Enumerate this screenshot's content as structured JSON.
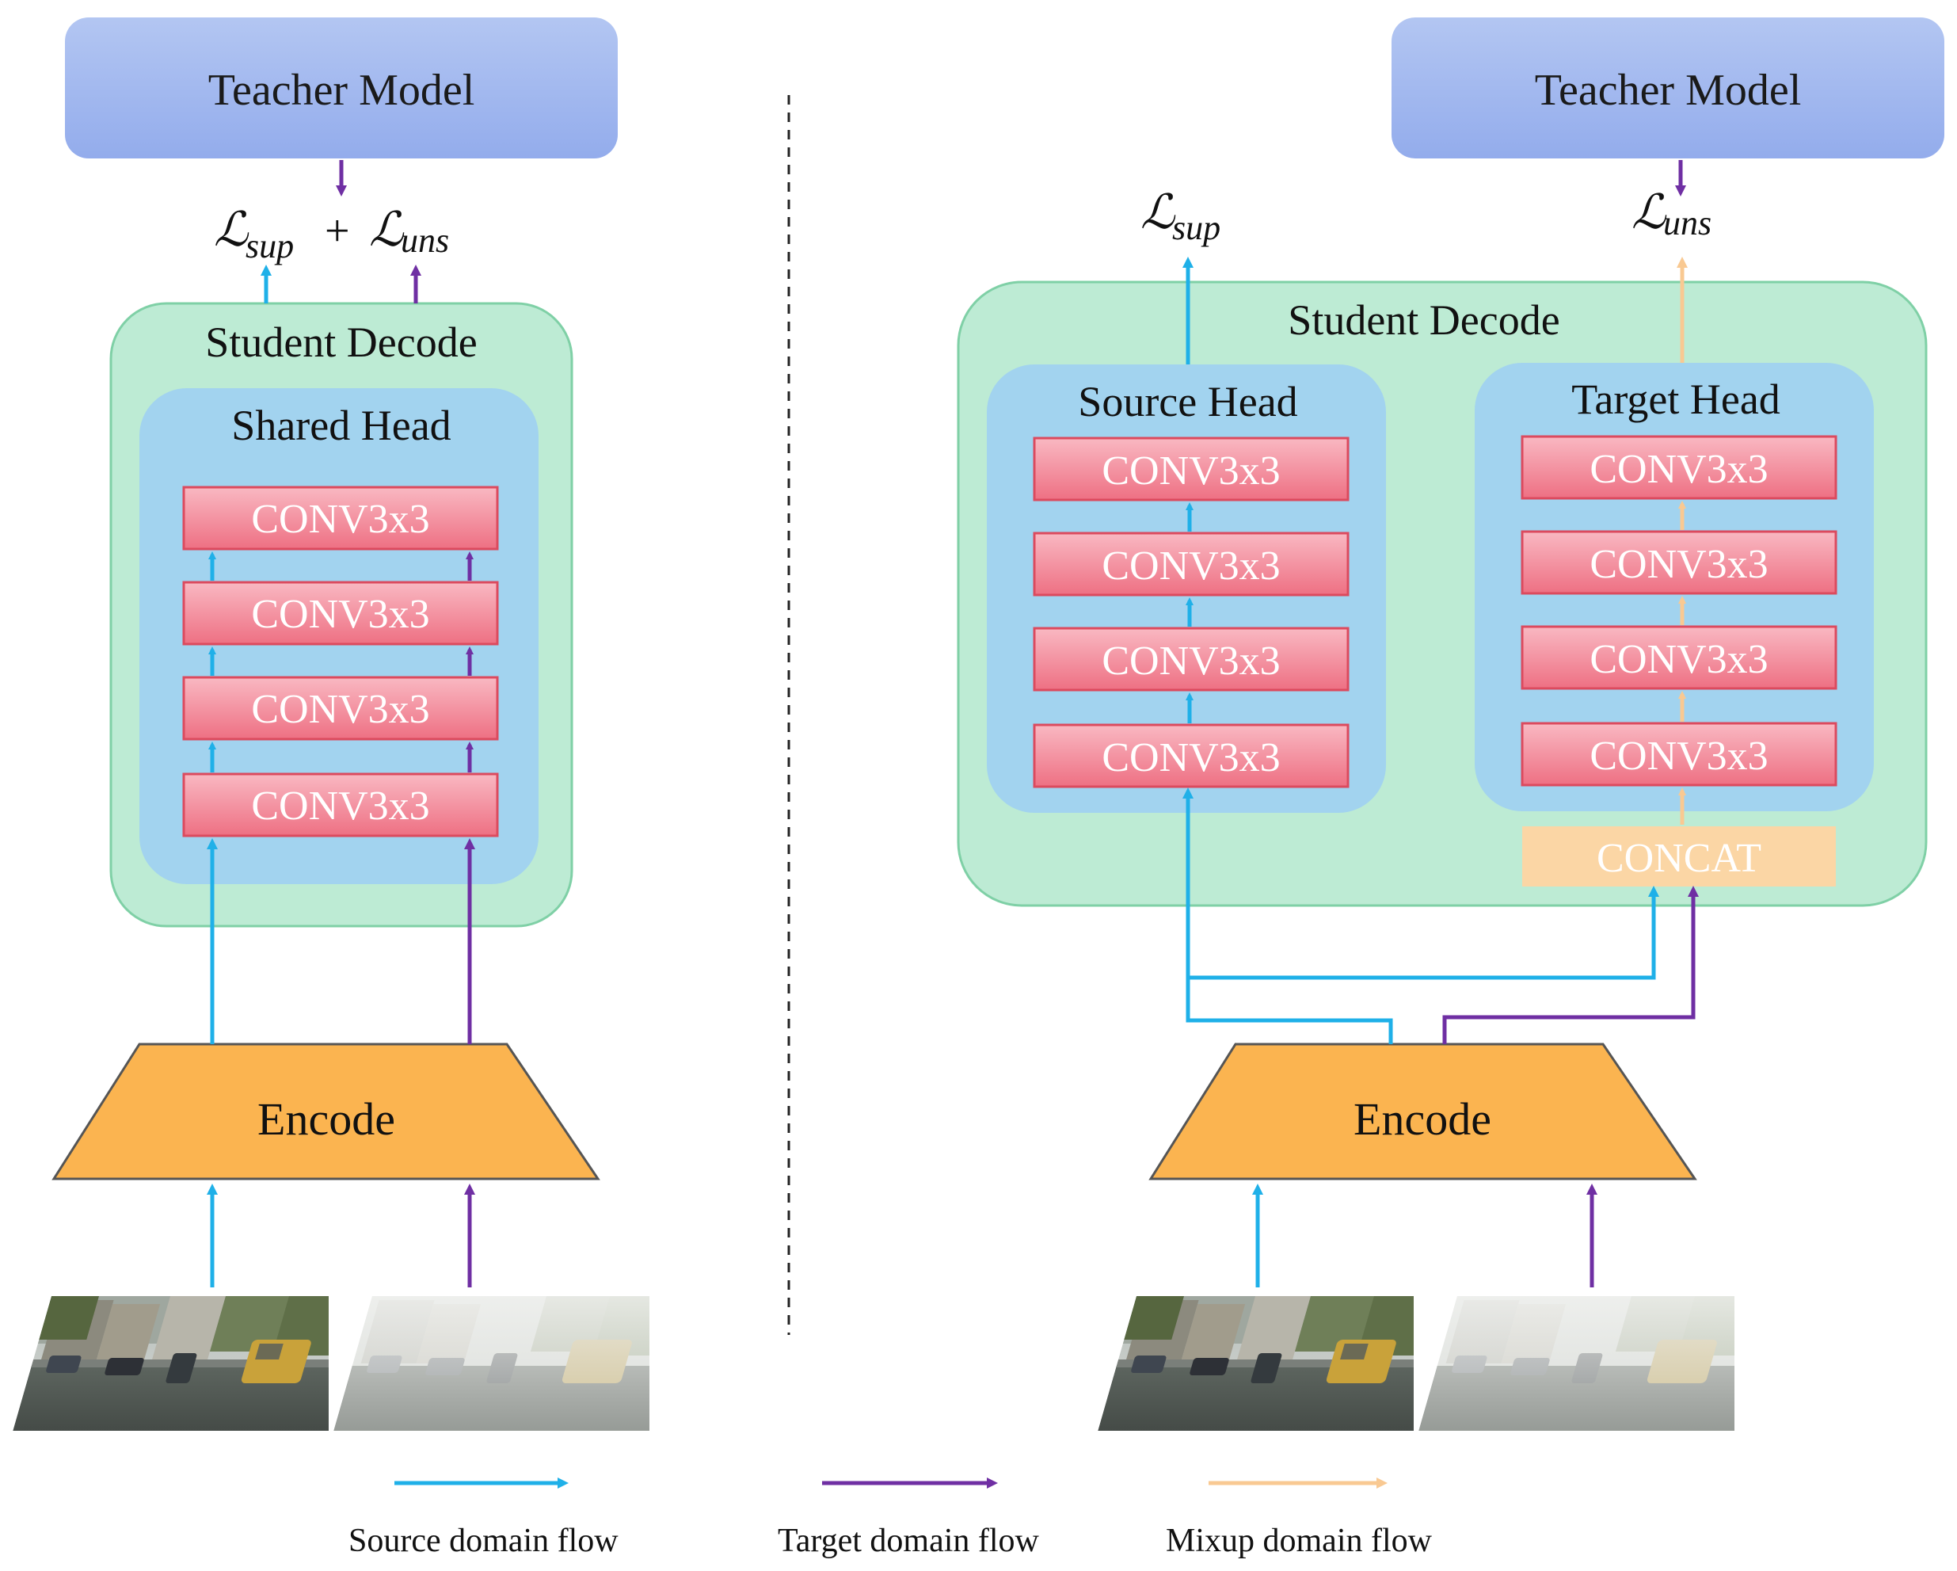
{
  "left": {
    "teacher_label": "Teacher Model",
    "loss": {
      "sup_symbol": "ℒ",
      "sup_sub": "sup",
      "plus": "+",
      "uns_symbol": "ℒ",
      "uns_sub": "uns"
    },
    "student_label": "Student Decode",
    "head_label": "Shared Head",
    "conv_labels": [
      "CONV3x3",
      "CONV3x3",
      "CONV3x3",
      "CONV3x3"
    ],
    "encode_label": "Encode"
  },
  "right": {
    "teacher_label": "Teacher Model",
    "loss_sup": {
      "symbol": "ℒ",
      "sub": "sup"
    },
    "loss_uns": {
      "symbol": "ℒ",
      "sub": "uns"
    },
    "student_label": "Student Decode",
    "source_head_label": "Source Head",
    "target_head_label": "Target Head",
    "source_conv_labels": [
      "CONV3x3",
      "CONV3x3",
      "CONV3x3",
      "CONV3x3"
    ],
    "target_conv_labels": [
      "CONV3x3",
      "CONV3x3",
      "CONV3x3",
      "CONV3x3"
    ],
    "concat_label": "CONCAT",
    "encode_label": "Encode"
  },
  "legend": {
    "source": "Source domain flow",
    "target": "Target domain flow",
    "mixup": "Mixup domain flow"
  },
  "colors": {
    "source_flow": "#1fb0e8",
    "target_flow": "#6f2fa3",
    "mixup_flow": "#f9c992",
    "teacher_fill": "#9fb6ee",
    "student_fill": "#bdebd4",
    "head_fill": "#a2d3ef",
    "conv_fill": "#f38a9a",
    "encode_fill": "#fbb450",
    "concat_fill": "#fbd6a5"
  },
  "icons": [
    "street-scene-image",
    "foggy-street-scene-image"
  ]
}
